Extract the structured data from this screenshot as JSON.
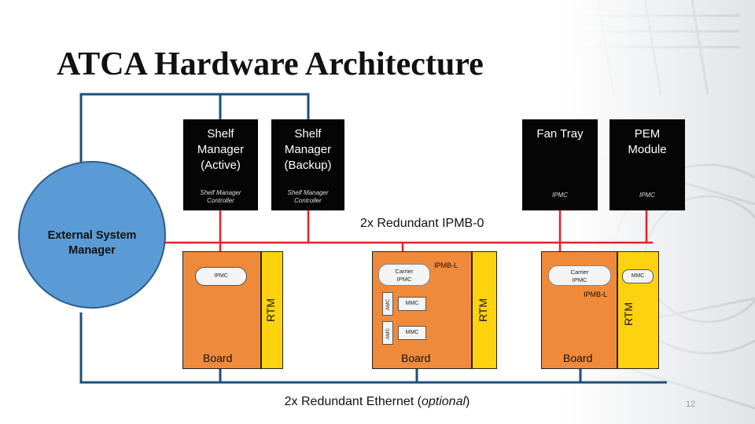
{
  "title": "ATCA Hardware Architecture",
  "external_manager": "External System\nManager",
  "shelf_active": {
    "title": "Shelf\nManager\n(Active)",
    "controller": "Shelf Manager\nController"
  },
  "shelf_backup": {
    "title": "Shelf\nManager\n(Backup)",
    "controller": "Shelf Manager\nController"
  },
  "fan_tray": {
    "title": "Fan Tray",
    "ipmc": "IPMC"
  },
  "pem": {
    "title": "PEM\nModule",
    "ipmc": "IPMC"
  },
  "ipmb0_label": "2x Redundant IPMB-0",
  "board1": {
    "ipmc": "IPMC",
    "label": "Board",
    "rtm": "RTM"
  },
  "board2": {
    "carrier_ipmc": "Carrier\nIPMC",
    "ipmbl": "IPMB-L",
    "amc1": "AMC",
    "amc2": "AMC",
    "mmc1": "MMC",
    "mmc2": "MMC",
    "label": "Board",
    "rtm": "RTM"
  },
  "board3": {
    "carrier_ipmc": "Carrier\nIPMC",
    "ipmbl": "IPMB-L",
    "mmc": "MMC",
    "label": "Board",
    "rtm": "RTM"
  },
  "ethernet": {
    "prefix": "2x Redundant Ethernet (",
    "optional": "optional",
    "suffix": ")"
  },
  "page_number": "12",
  "colors": {
    "ipmb": "#e8202a",
    "ethernet": "#1f4e79",
    "board": "#ef8a3a",
    "rtm": "#fdd20e",
    "manager": "#5b9bd5"
  }
}
